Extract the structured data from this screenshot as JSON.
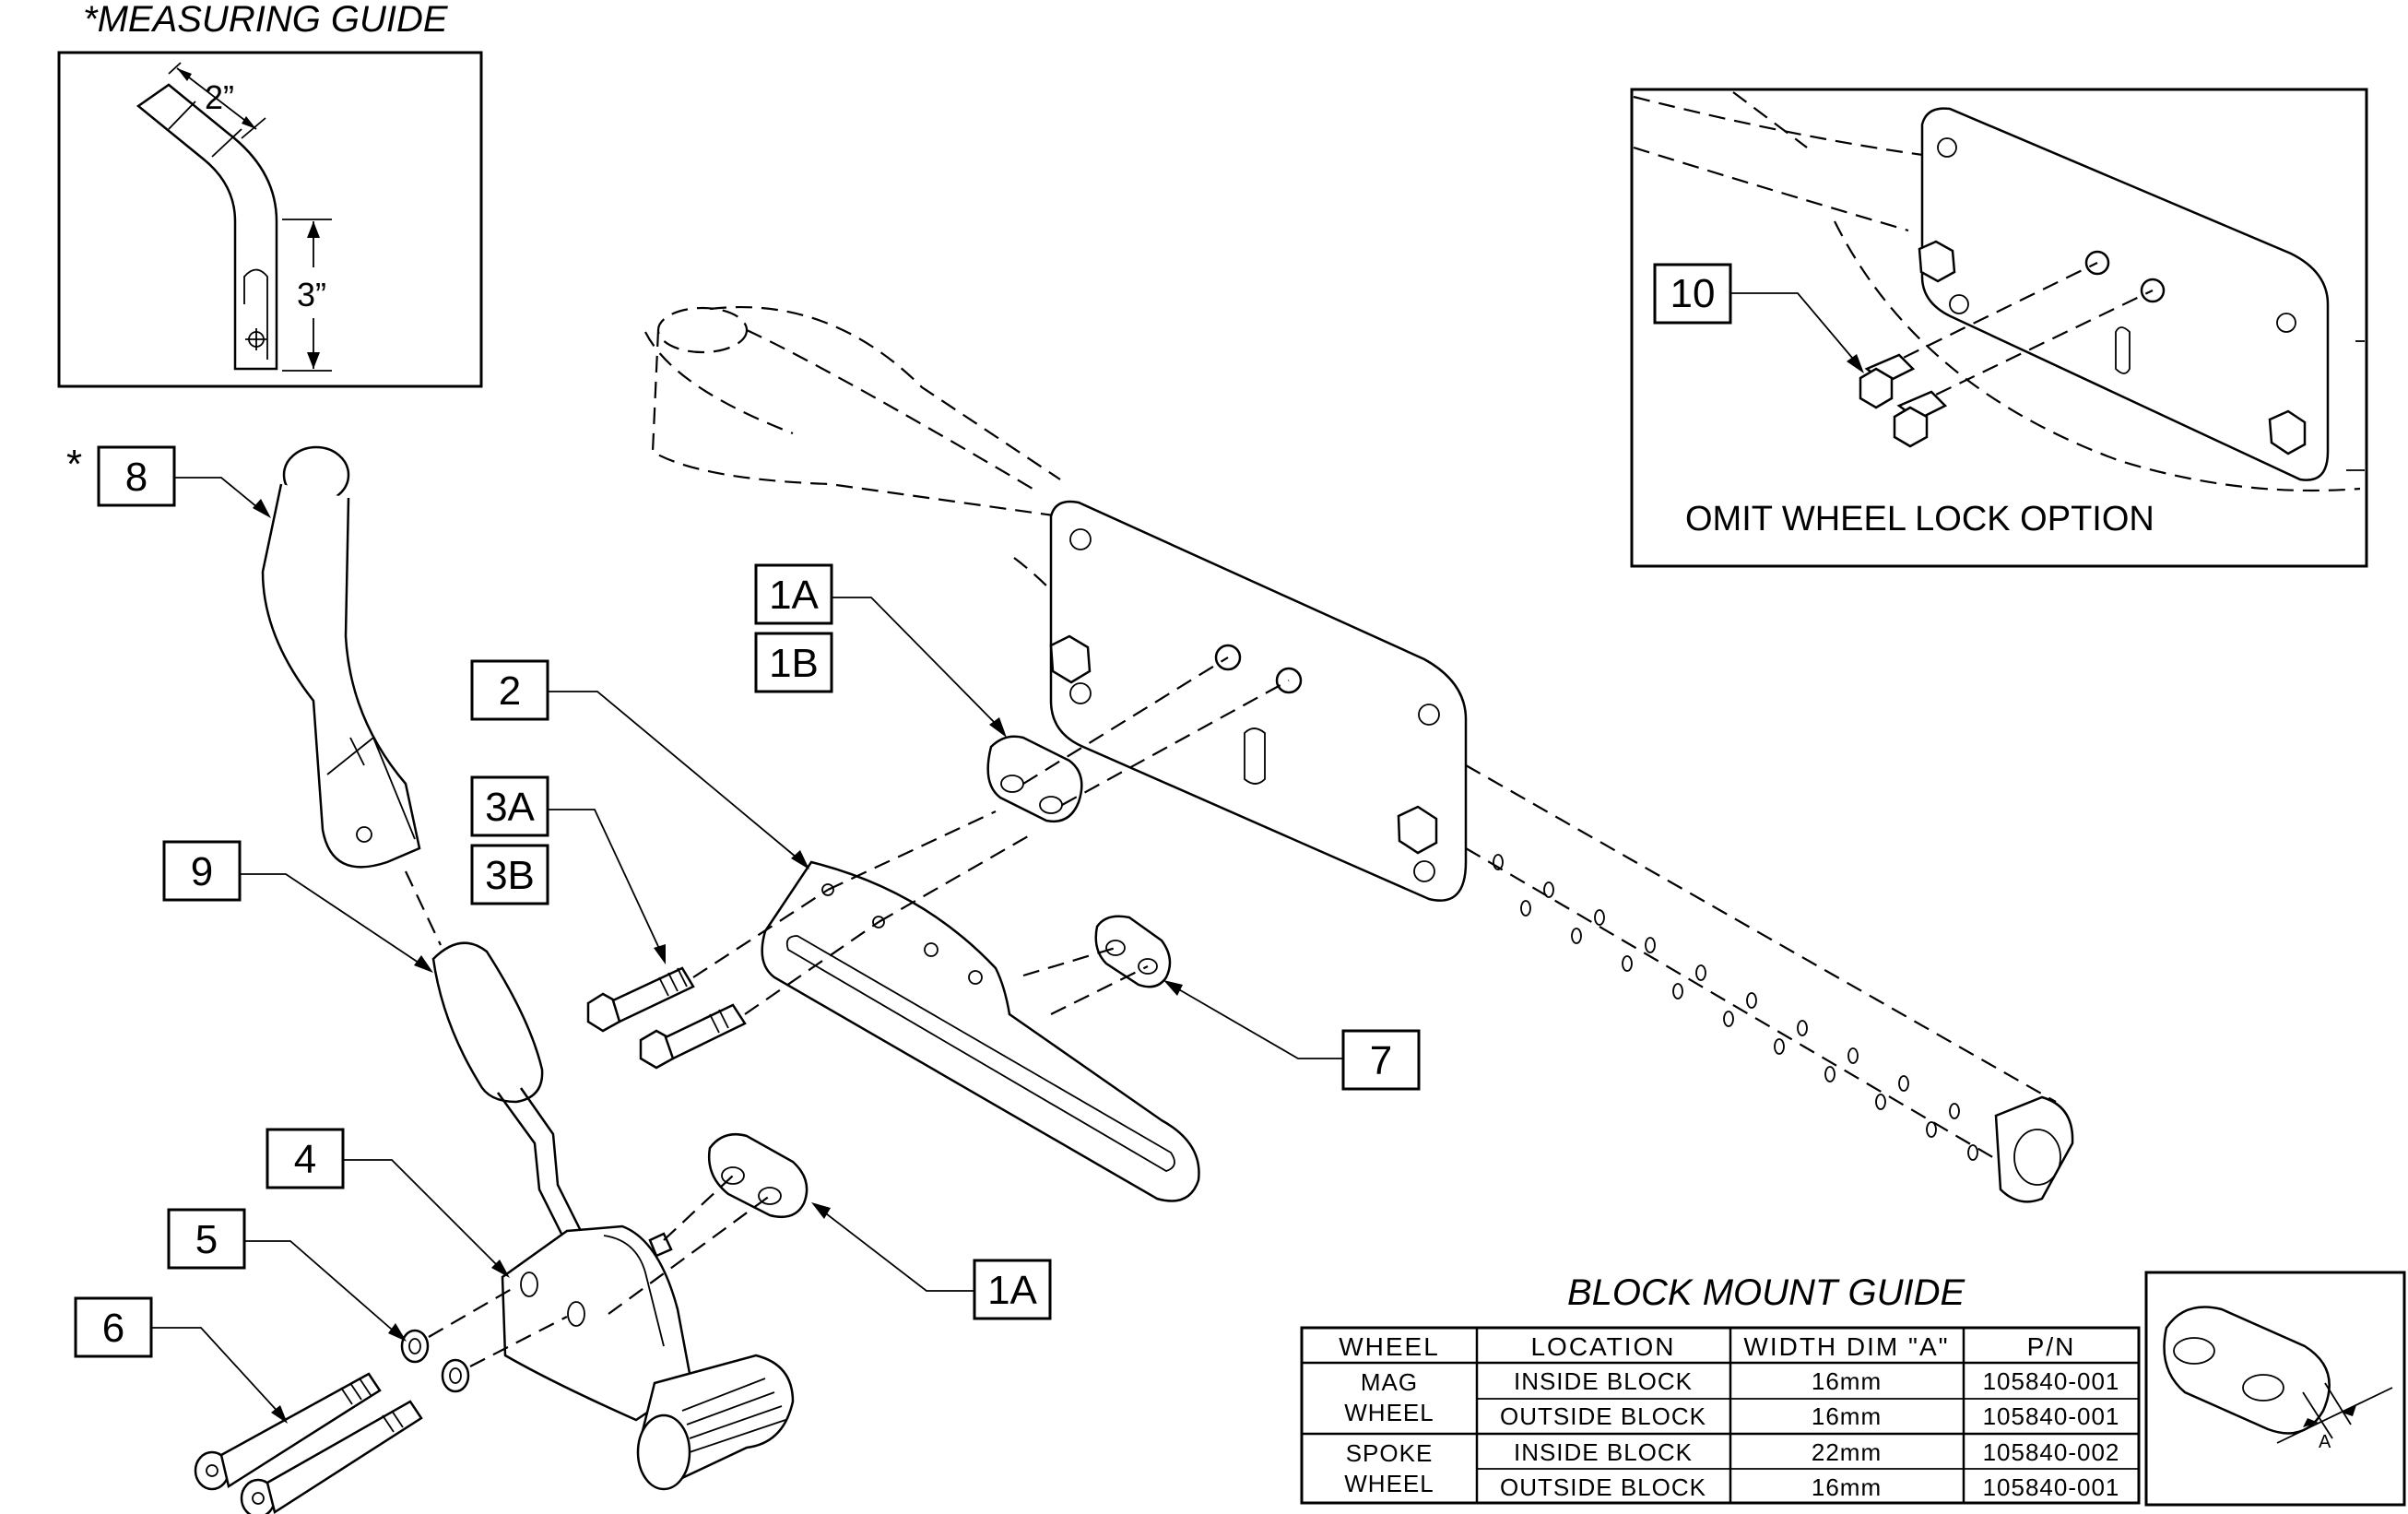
{
  "measuring_guide": {
    "title": "*MEASURING GUIDE",
    "dim_top": "2”",
    "dim_side": "3”"
  },
  "omit_panel": {
    "caption": "OMIT WHEEL LOCK OPTION",
    "callout": "10"
  },
  "callouts": {
    "c1a_top": "1A",
    "c1b": "1B",
    "c2": "2",
    "c3a": "3A",
    "c3b": "3B",
    "c4": "4",
    "c5": "5",
    "c6": "6",
    "c7": "7",
    "c8": "8",
    "c8_star": "*",
    "c9": "9",
    "c1a_bottom": "1A"
  },
  "block_guide": {
    "title": "BLOCK MOUNT GUIDE",
    "headers": [
      "WHEEL",
      "LOCATION",
      "WIDTH DIM \"A\"",
      "P/N"
    ],
    "groups": [
      {
        "wheel_line1": "MAG",
        "wheel_line2": "WHEEL",
        "rows": [
          {
            "location": "INSIDE BLOCK",
            "width": "16mm",
            "pn": "105840-001"
          },
          {
            "location": "OUTSIDE BLOCK",
            "width": "16mm",
            "pn": "105840-001"
          }
        ]
      },
      {
        "wheel_line1": "SPOKE",
        "wheel_line2": "WHEEL",
        "rows": [
          {
            "location": "INSIDE BLOCK",
            "width": "22mm",
            "pn": "105840-002"
          },
          {
            "location": "OUTSIDE BLOCK",
            "width": "16mm",
            "pn": "105840-001"
          }
        ]
      }
    ],
    "dim_label": "A"
  }
}
